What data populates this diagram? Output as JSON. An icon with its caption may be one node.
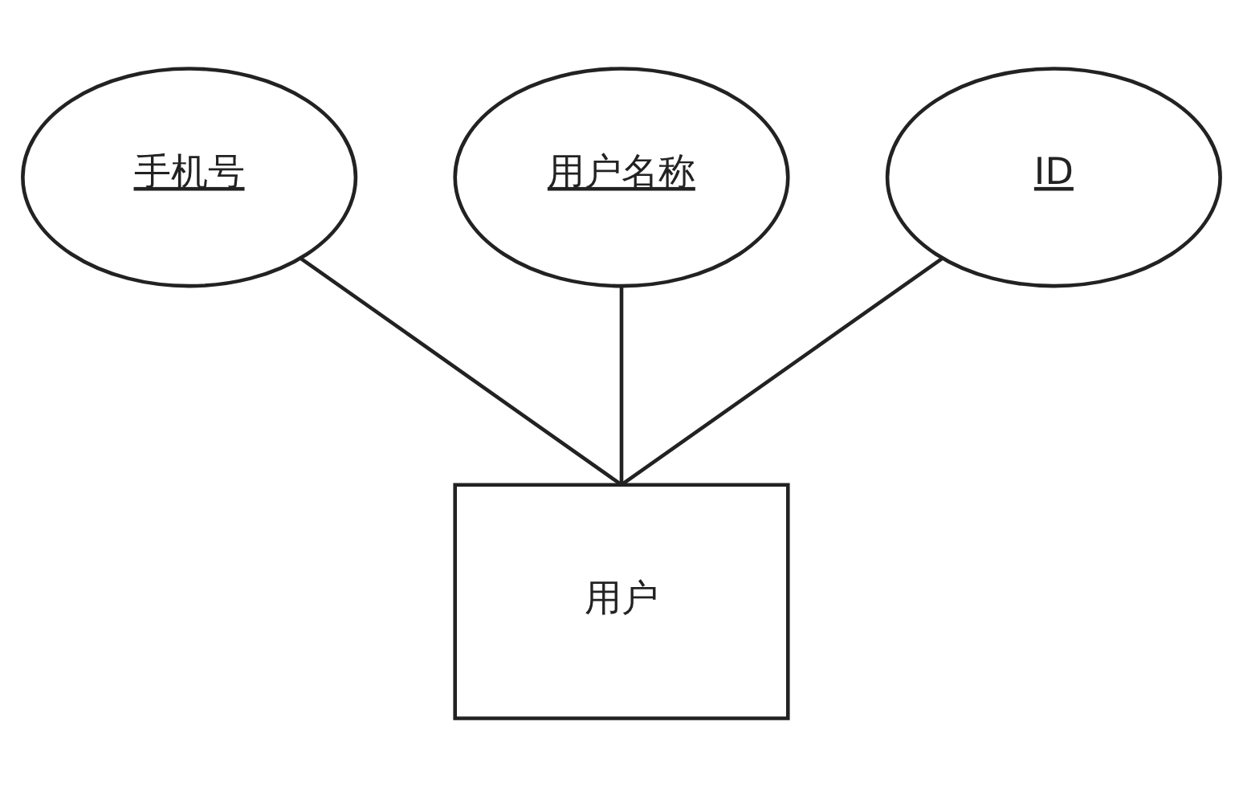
{
  "diagram": {
    "nodes": [
      {
        "text": [
          "手机号"
        ]
      },
      {
        "text": [
          "用户名称"
        ]
      },
      {
        "text": [
          "ID"
        ]
      },
      {
        "text": [
          "用户"
        ]
      }
    ],
    "edges": [
      {
        "from": 0,
        "to": 3,
        "arrow": "none"
      },
      {
        "from": 1,
        "to": 3,
        "arrow": "none"
      },
      {
        "from": 2,
        "to": 3,
        "arrow": "none"
      }
    ]
  }
}
